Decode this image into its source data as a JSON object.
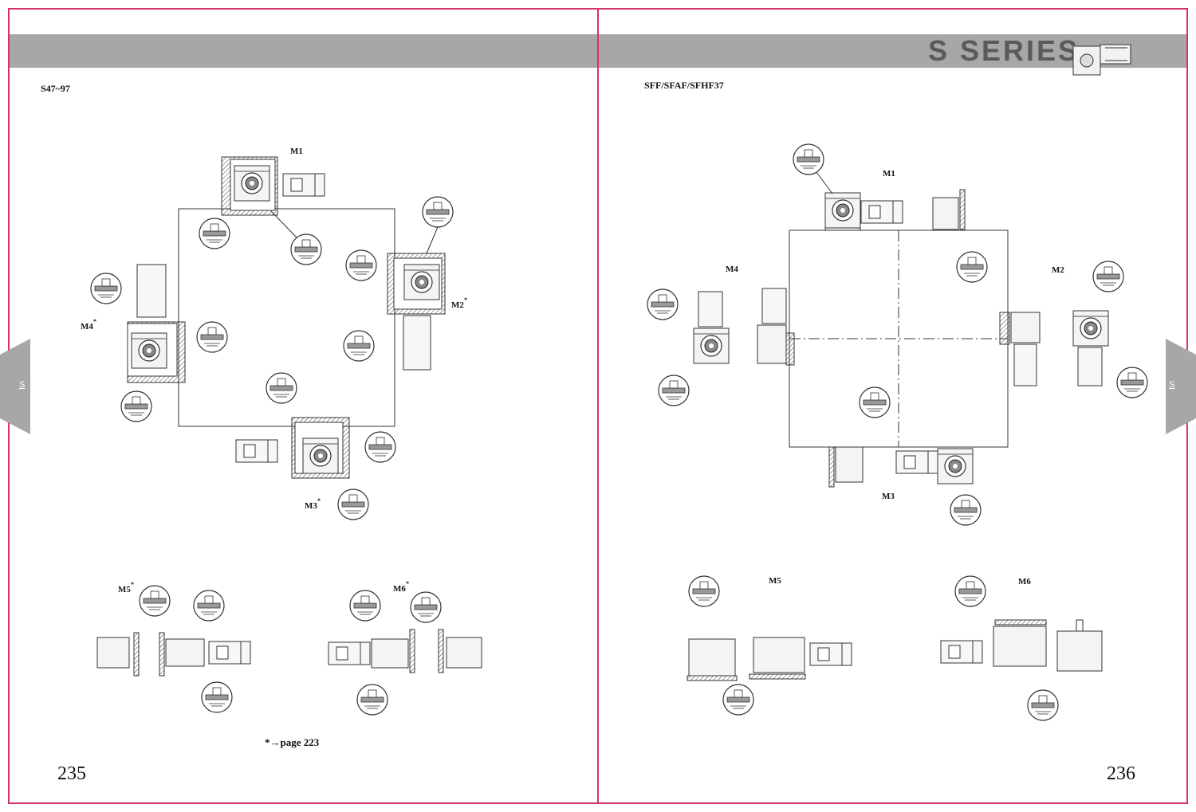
{
  "header": {
    "series_title": "S SERIES",
    "tab_label": "S"
  },
  "left_page": {
    "subtitle": "S47~97",
    "labels": {
      "m1": "M1",
      "m2": "M2",
      "m3": "M3",
      "m4": "M4",
      "m5": "M5",
      "m6": "M6",
      "mark": "*"
    },
    "note": "*→page 223",
    "page_number": "235"
  },
  "right_page": {
    "subtitle": "SFF/SFAF/SFHF37",
    "labels": {
      "m1": "M1",
      "m2": "M2",
      "m3": "M3",
      "m4": "M4",
      "m5": "M5",
      "m6": "M6"
    },
    "page_number": "236"
  },
  "colors": {
    "frame": "#d6336c",
    "band": "#a7a7a9",
    "tab": "#a7a7a9",
    "line": "#333333"
  }
}
